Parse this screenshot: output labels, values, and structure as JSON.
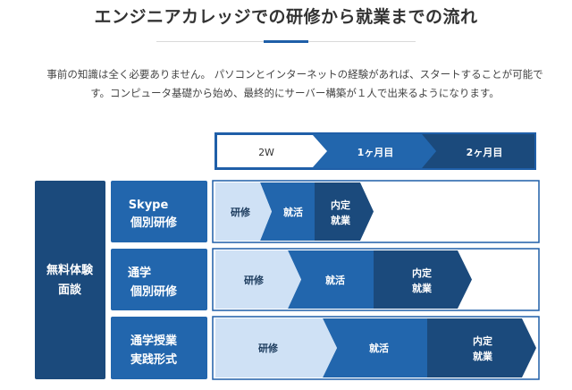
{
  "title": "エンジニアカレッジでの研修から就業までの流れ",
  "intro": {
    "line1": "事前の知識は全く必要ありません。 パソコンとインターネットの経験があれば、スタートすることが可能で",
    "line2": "す。コンピュータ基礎から始め、最終的にサーバー構築が１人で出来るようになります。"
  },
  "timeline": {
    "period1": "2W",
    "period2": "1ヶ月目",
    "period3": "2ヶ月目"
  },
  "left_box": {
    "line1": "無料体験",
    "line2": "面談"
  },
  "courses": [
    {
      "name1": "Skype",
      "name2": "個別研修",
      "stage1": "研修",
      "stage2": "就活",
      "stage3a": "内定",
      "stage3b": "就業"
    },
    {
      "name1": "通学",
      "name2": "個別研修",
      "stage1": "研修",
      "stage2": "就活",
      "stage3a": "内定",
      "stage3b": "就業"
    },
    {
      "name1": "通学授業",
      "name2": "実践形式",
      "stage1": "研修",
      "stage2": "就活",
      "stage3a": "内定",
      "stage3b": "就業"
    }
  ],
  "colors": {
    "dark": "#1b4a7c",
    "mid": "#1f5fa8",
    "blue": "#2266ad",
    "pale": "#cfe1f5",
    "outline": "#1f5fa8"
  }
}
